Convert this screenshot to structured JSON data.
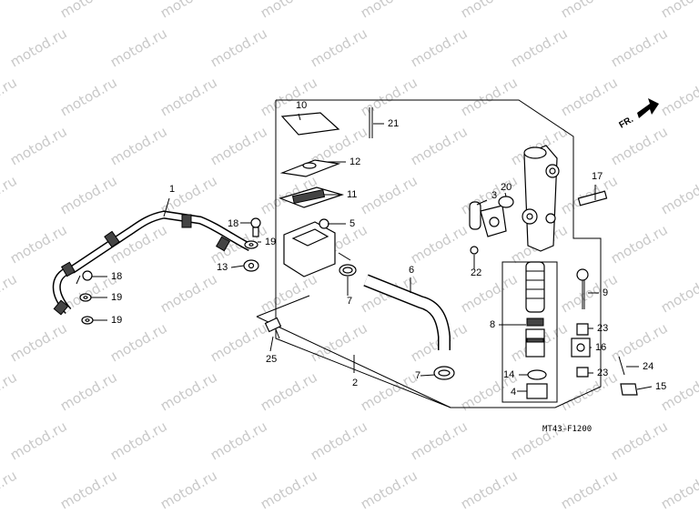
{
  "watermark": "motod.ru",
  "diagram_code": "MT43-F1200",
  "front_marker": "FR.",
  "labels": [
    "1",
    "2",
    "3",
    "4",
    "5",
    "6",
    "7",
    "7",
    "8",
    "9",
    "10",
    "11",
    "12",
    "13",
    "14",
    "15",
    "16",
    "17",
    "18",
    "18",
    "19",
    "19",
    "19",
    "20",
    "21",
    "22",
    "23",
    "23",
    "24",
    "25"
  ]
}
